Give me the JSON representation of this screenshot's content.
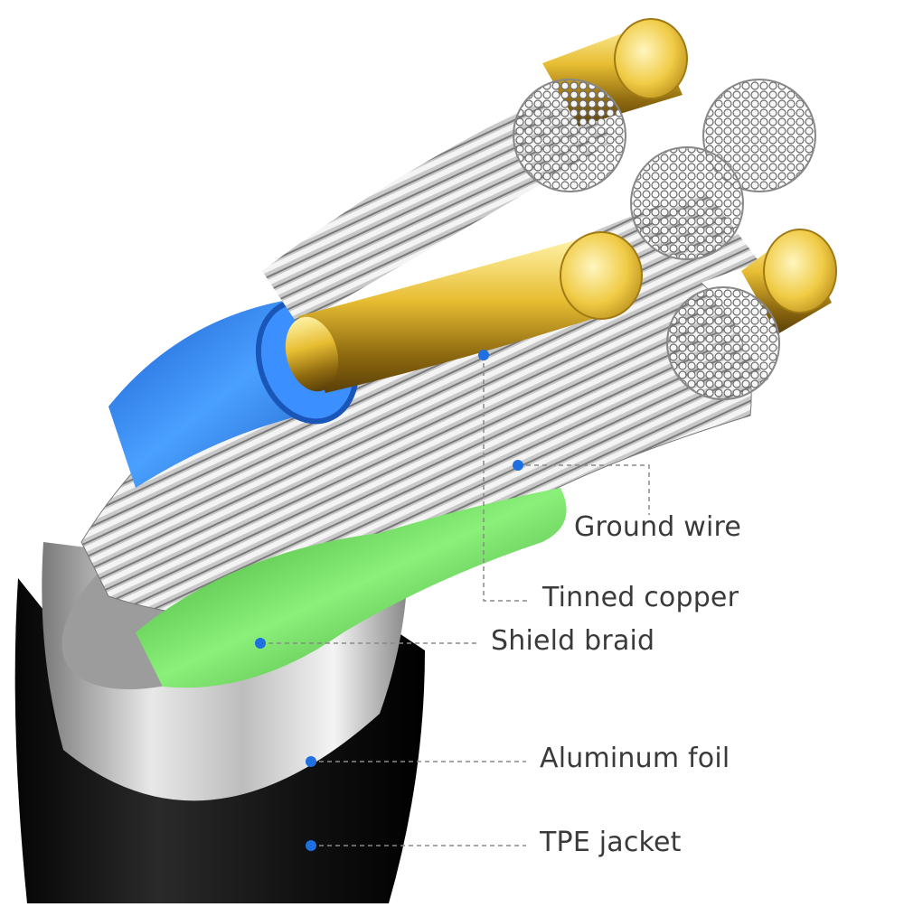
{
  "labels": {
    "ground_wire": "Ground wire",
    "tinned_copper": "Tinned copper",
    "shield_braid": "Shield braid",
    "aluminum_foil": "Aluminum foil",
    "tpe_jacket": "TPE jacket"
  },
  "colors": {
    "marker_dot": "#1f6fe0",
    "leader_line": "#8a8a8a",
    "tpe_jacket": "#151515",
    "aluminum_foil": "#c8c8c8",
    "blue_insulation": "#2a7de0",
    "green_insulation": "#4cc23a",
    "copper_conductor": "#e0b62c",
    "tinned_strands": "#dcdcdc"
  }
}
